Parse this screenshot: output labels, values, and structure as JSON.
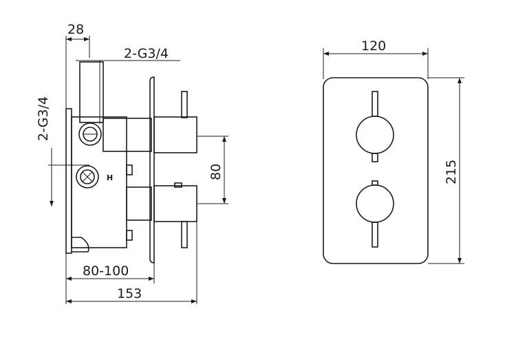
{
  "side_view": {
    "dim_top_width": "28",
    "dim_outlet": "2-G3/4",
    "dim_inlet": "2-G3/4",
    "dim_center_spacing": "80",
    "dim_depth": "80-100",
    "dim_total_depth": "153",
    "hot_marker": "H"
  },
  "front_view": {
    "dim_width": "120",
    "dim_height": "215"
  }
}
